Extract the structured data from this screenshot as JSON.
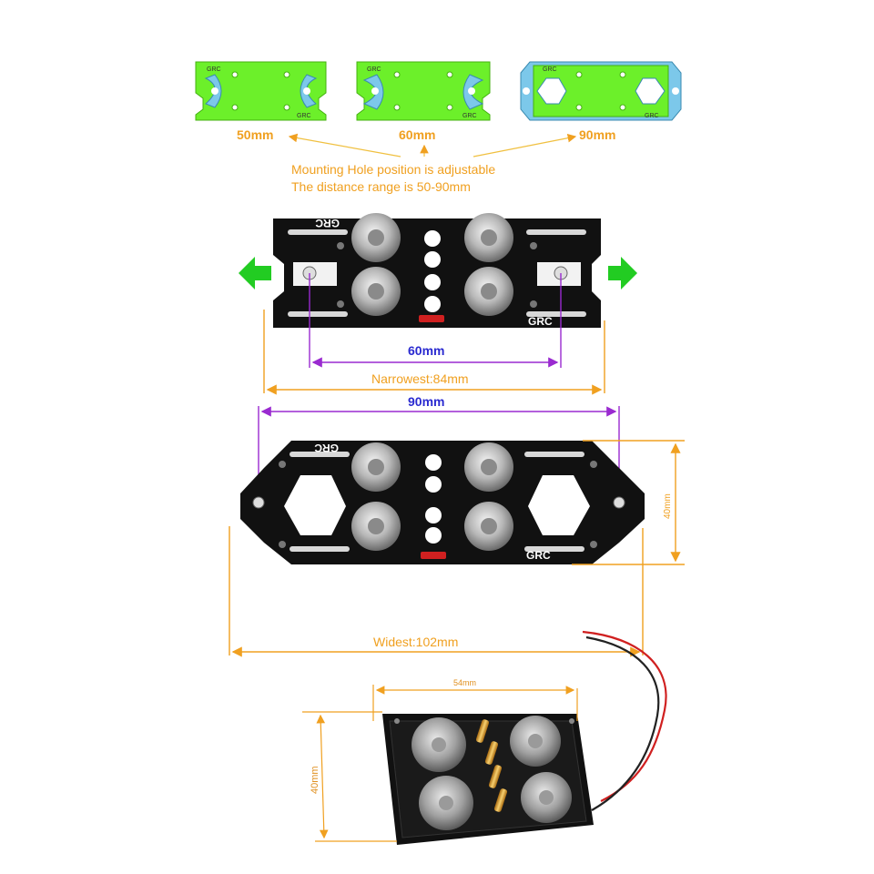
{
  "thumbnails": [
    {
      "label": "50mm",
      "logo": "GRC",
      "logo_top": "GRC"
    },
    {
      "label": "60mm",
      "logo": "GRC",
      "logo_top": "GRC"
    },
    {
      "label": "90mm",
      "logo": "GRC",
      "logo_top": "GRC"
    }
  ],
  "caption": {
    "line1": "Mounting Hole position is adjustable",
    "line2": "The distance range is 50-90mm"
  },
  "plate_narrow": {
    "logo_top": "GRC",
    "logo_bottom": "GRC",
    "hole_spacing": "60mm",
    "width_label": "Narrowest:84mm"
  },
  "plate_wide": {
    "logo_top": "GRC",
    "logo_bottom": "GRC",
    "hole_spacing": "90mm",
    "height_label": "40mm",
    "width_label": "Widest:102mm"
  },
  "battery_plate": {
    "width_label": "54mm",
    "height_label": "40mm"
  },
  "colors": {
    "dimension_orange": "#f0a020",
    "dimension_purple": "#9a2ad0",
    "plate_green": "#6cf02a",
    "plate_blue": "#7cc8ea",
    "arrow_green": "#22cc22",
    "pcb_black": "#111111"
  }
}
